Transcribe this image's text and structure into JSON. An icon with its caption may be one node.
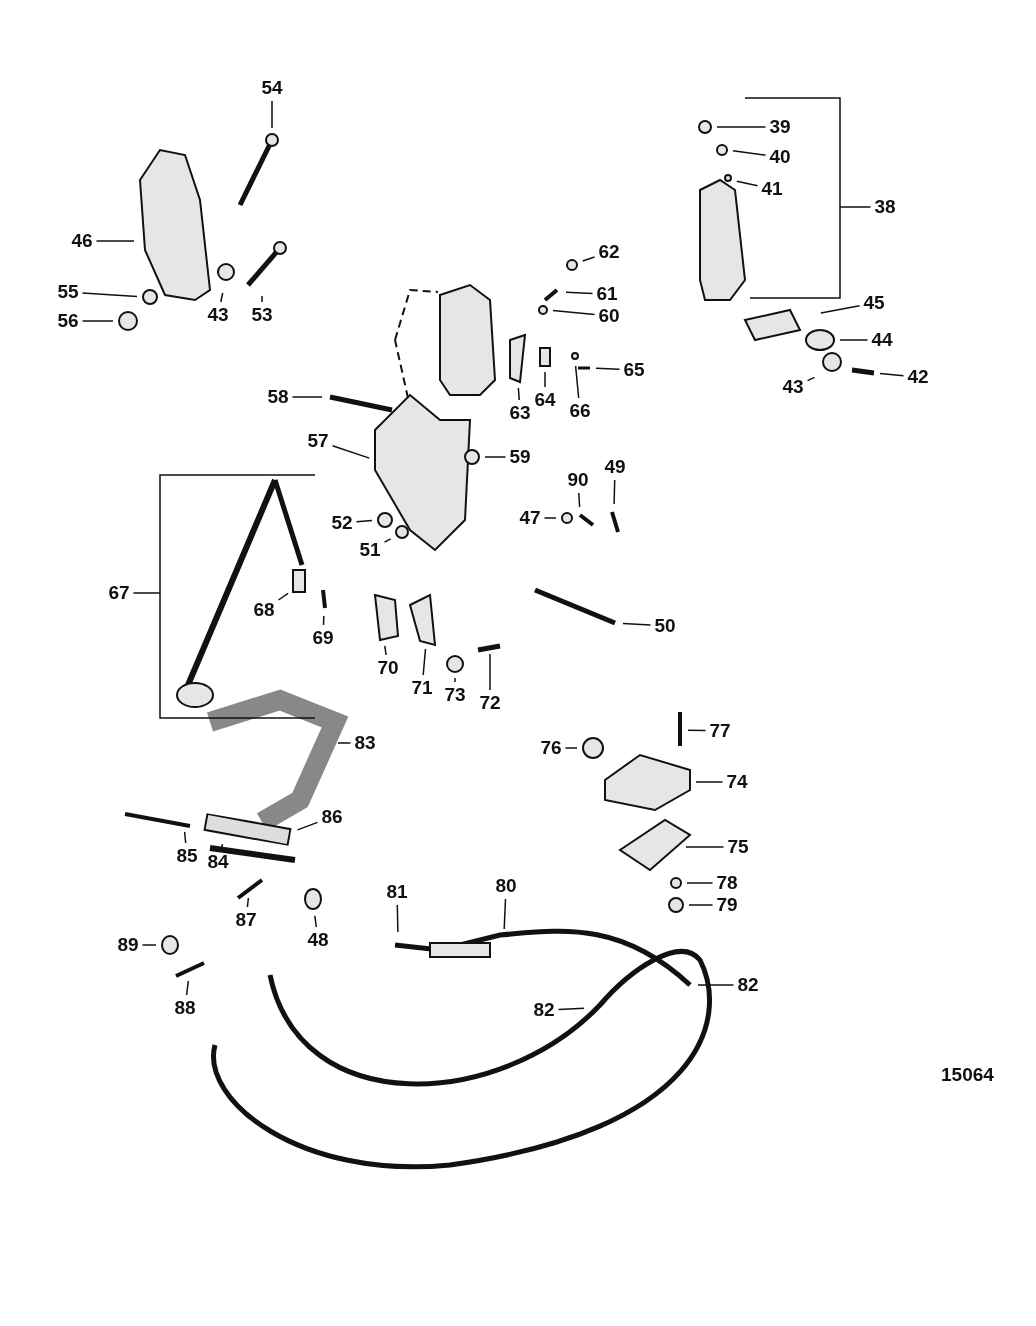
{
  "diagram": {
    "nodes": [
      {
        "text": [
          "54"
        ]
      },
      {
        "text": [
          "39"
        ]
      },
      {
        "text": [
          "40"
        ]
      },
      {
        "text": [
          "41"
        ]
      },
      {
        "text": [
          "38"
        ]
      },
      {
        "text": [
          "46"
        ]
      },
      {
        "text": [
          "62"
        ]
      },
      {
        "text": [
          "61"
        ]
      },
      {
        "text": [
          "55"
        ]
      },
      {
        "text": [
          "60"
        ]
      },
      {
        "text": [
          "45"
        ]
      },
      {
        "text": [
          "43"
        ]
      },
      {
        "text": [
          "53"
        ]
      },
      {
        "text": [
          "56"
        ]
      },
      {
        "text": [
          "44"
        ]
      },
      {
        "text": [
          "65"
        ]
      },
      {
        "text": [
          "42"
        ]
      },
      {
        "text": [
          "43"
        ]
      },
      {
        "text": [
          "63"
        ]
      },
      {
        "text": [
          "64"
        ]
      },
      {
        "text": [
          "66"
        ]
      },
      {
        "text": [
          "58"
        ]
      },
      {
        "text": [
          "57"
        ]
      },
      {
        "text": [
          "59"
        ]
      },
      {
        "text": [
          "90"
        ]
      },
      {
        "text": [
          "49"
        ]
      },
      {
        "text": [
          "47"
        ]
      },
      {
        "text": [
          "52"
        ]
      },
      {
        "text": [
          "51"
        ]
      },
      {
        "text": [
          "67"
        ]
      },
      {
        "text": [
          "68"
        ]
      },
      {
        "text": [
          "69"
        ]
      },
      {
        "text": [
          "50"
        ]
      },
      {
        "text": [
          "70"
        ]
      },
      {
        "text": [
          "71"
        ]
      },
      {
        "text": [
          "73"
        ]
      },
      {
        "text": [
          "72"
        ]
      },
      {
        "text": [
          "83"
        ]
      },
      {
        "text": [
          "77"
        ]
      },
      {
        "text": [
          "76"
        ]
      },
      {
        "text": [
          "74"
        ]
      },
      {
        "text": [
          "86"
        ]
      },
      {
        "text": [
          "75"
        ]
      },
      {
        "text": [
          "85"
        ]
      },
      {
        "text": [
          "84"
        ]
      },
      {
        "text": [
          "78"
        ]
      },
      {
        "text": [
          "81"
        ]
      },
      {
        "text": [
          "80"
        ]
      },
      {
        "text": [
          "79"
        ]
      },
      {
        "text": [
          "87"
        ]
      },
      {
        "text": [
          "48"
        ]
      },
      {
        "text": [
          "89"
        ]
      },
      {
        "text": [
          "82"
        ]
      },
      {
        "text": [
          "82"
        ]
      },
      {
        "text": [
          "88"
        ]
      }
    ],
    "edges": [
      {
        "from": 0,
        "to": null,
        "arrow": "none"
      },
      {
        "from": 1,
        "to": null,
        "arrow": "none"
      },
      {
        "from": 2,
        "to": null,
        "arrow": "none"
      },
      {
        "from": 3,
        "to": null,
        "arrow": "none"
      },
      {
        "from": 4,
        "to": null,
        "arrow": "none"
      },
      {
        "from": 5,
        "to": null,
        "arrow": "none"
      },
      {
        "from": 6,
        "to": null,
        "arrow": "none"
      },
      {
        "from": 7,
        "to": null,
        "arrow": "none"
      },
      {
        "from": 8,
        "to": null,
        "arrow": "none"
      },
      {
        "from": 9,
        "to": null,
        "arrow": "none"
      },
      {
        "from": 10,
        "to": null,
        "arrow": "none"
      },
      {
        "from": 11,
        "to": null,
        "arrow": "none"
      },
      {
        "from": 12,
        "to": null,
        "arrow": "none"
      },
      {
        "from": 13,
        "to": null,
        "arrow": "none"
      },
      {
        "from": 14,
        "to": null,
        "arrow": "none"
      },
      {
        "from": 15,
        "to": null,
        "arrow": "none"
      },
      {
        "from": 16,
        "to": null,
        "arrow": "none"
      },
      {
        "from": 17,
        "to": null,
        "arrow": "none"
      },
      {
        "from": 18,
        "to": null,
        "arrow": "none"
      },
      {
        "from": 19,
        "to": null,
        "arrow": "none"
      },
      {
        "from": 20,
        "to": null,
        "arrow": "none"
      },
      {
        "from": 21,
        "to": null,
        "arrow": "none"
      },
      {
        "from": 22,
        "to": null,
        "arrow": "none"
      },
      {
        "from": 23,
        "to": null,
        "arrow": "none"
      },
      {
        "from": 24,
        "to": null,
        "arrow": "none"
      },
      {
        "from": 25,
        "to": null,
        "arrow": "none"
      },
      {
        "from": 26,
        "to": null,
        "arrow": "none"
      },
      {
        "from": 27,
        "to": null,
        "arrow": "none"
      },
      {
        "from": 28,
        "to": null,
        "arrow": "none"
      },
      {
        "from": 29,
        "to": null,
        "arrow": "none"
      },
      {
        "from": 30,
        "to": null,
        "arrow": "none"
      },
      {
        "from": 31,
        "to": null,
        "arrow": "none"
      },
      {
        "from": 32,
        "to": null,
        "arrow": "none"
      },
      {
        "from": 33,
        "to": null,
        "arrow": "none"
      },
      {
        "from": 34,
        "to": null,
        "arrow": "none"
      },
      {
        "from": 35,
        "to": null,
        "arrow": "none"
      },
      {
        "from": 36,
        "to": null,
        "arrow": "none"
      },
      {
        "from": 37,
        "to": null,
        "arrow": "none"
      },
      {
        "from": 38,
        "to": null,
        "arrow": "none"
      },
      {
        "from": 39,
        "to": null,
        "arrow": "none"
      },
      {
        "from": 40,
        "to": null,
        "arrow": "none"
      },
      {
        "from": 41,
        "to": null,
        "arrow": "none"
      },
      {
        "from": 42,
        "to": null,
        "arrow": "none"
      },
      {
        "from": 43,
        "to": null,
        "arrow": "none"
      },
      {
        "from": 44,
        "to": null,
        "arrow": "none"
      },
      {
        "from": 45,
        "to": null,
        "arrow": "none"
      },
      {
        "from": 46,
        "to": null,
        "arrow": "none"
      },
      {
        "from": 47,
        "to": null,
        "arrow": "none"
      },
      {
        "from": 48,
        "to": null,
        "arrow": "none"
      },
      {
        "from": 49,
        "to": null,
        "arrow": "none"
      },
      {
        "from": 50,
        "to": null,
        "arrow": "none"
      },
      {
        "from": 51,
        "to": null,
        "arrow": "none"
      },
      {
        "from": 52,
        "to": null,
        "arrow": "none"
      },
      {
        "from": 53,
        "to": null,
        "arrow": "none"
      },
      {
        "from": 54,
        "to": null,
        "arrow": "none"
      }
    ],
    "labels": [
      "15064"
    ]
  }
}
